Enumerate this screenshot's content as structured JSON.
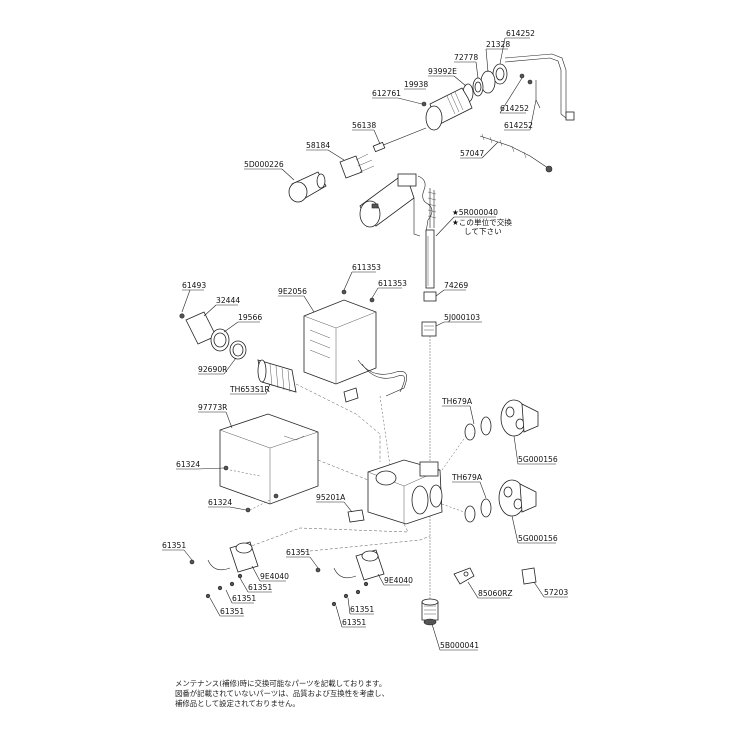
{
  "labels": {
    "p614252_top": "614252",
    "p21328": "21328",
    "p72778": "72778",
    "p93992E": "93992E",
    "p19938": "19938",
    "p612761": "612761",
    "p614252_mid": "614252",
    "p614252_low": "614252",
    "p56138": "56138",
    "p58184": "58184",
    "p5D000226": "5D000226",
    "p57047": "57047",
    "p5R000040": "★5R000040",
    "note1": "★この単位で交換",
    "note2": "して下さい",
    "p61493": "61493",
    "p32444": "32444",
    "p19566": "19566",
    "p92690R": "92690R",
    "pTH653S1R": "TH653S1R",
    "p9E2056": "9E2056",
    "p611353_a": "611353",
    "p611353_b": "611353",
    "p74269": "74269",
    "p5J000103": "5J000103",
    "p97773R": "97773R",
    "pTH679A_1": "TH679A",
    "p5G000156_1": "5G000156",
    "pTH679A_2": "TH679A",
    "p5G000156_2": "5G000156",
    "p61324_a": "61324",
    "p61324_b": "61324",
    "p95201A": "95201A",
    "p61351_a": "61351",
    "p9E4040_a": "9E4040",
    "p61351_b": "61351",
    "p61351_c": "61351",
    "p61351_d": "61351",
    "p9E4040_b": "9E4040",
    "p61351_e": "61351",
    "p61351_f": "61351",
    "p61351_g": "61351",
    "p85060RZ": "85060RZ",
    "p57203": "57203",
    "p5B000041": "5B000041"
  },
  "footnote": {
    "line1": "メンテナンス(補修)時に交換可能なパーツを記載しております。",
    "line2": "図番が記載されていないパーツは、品質および互換性を考慮し、",
    "line3": "補修品として設定されておりません。"
  }
}
